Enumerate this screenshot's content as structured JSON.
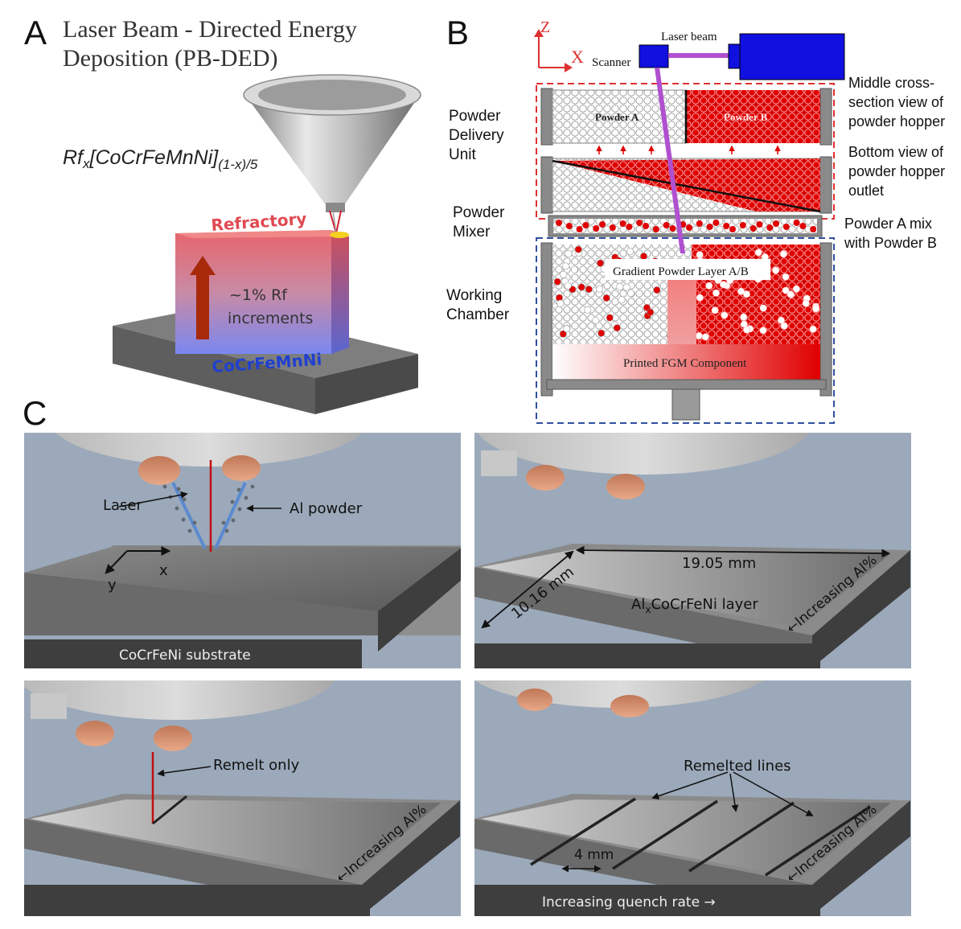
{
  "panel_a": {
    "letter": "A",
    "title_line1": "Laser Beam - Directed Energy",
    "title_line2": "Deposition (PB-DED)",
    "formula_main": "Rf",
    "formula_x": "x",
    "formula_bracket": "[CoCrFeMnNi]",
    "formula_sub": "(1-x)/5",
    "label_top": "Refractory",
    "arrow_line1": "~1% Rf",
    "arrow_line2": "increments",
    "label_bottom": "CoCrFeMnNi",
    "colors": {
      "top": "#e8656b",
      "bottom": "#7a87f0",
      "arrow": "#a82a0a",
      "label_top": "#e04a52",
      "label_bottom": "#2040d0"
    }
  },
  "panel_b": {
    "letter": "B",
    "axis_z": "Z",
    "axis_x": "X",
    "scanner": "Scanner",
    "laser_beam": "Laser beam",
    "powder_a": "Powder A",
    "powder_b": "Powder B",
    "gradient_layer": "Gradient Powder Layer A/B",
    "printed_fgm": "Printed FGM Component",
    "left_labels": {
      "delivery": [
        "Powder",
        "Delivery",
        "Unit"
      ],
      "mixer": [
        "Powder",
        "Mixer"
      ],
      "chamber": [
        "Working",
        "Chamber"
      ]
    },
    "right_labels": {
      "middle": [
        "Middle cross-",
        "section view of",
        "powder hopper"
      ],
      "bottom": [
        "Bottom view of",
        "powder hopper",
        "outlet"
      ],
      "mix": [
        "Powder A mix",
        "with Powder B"
      ]
    },
    "colors": {
      "blue": "#1010e0",
      "red": "#e00000",
      "laser": "#b050d0",
      "red_dash": "#e03030",
      "blue_dash": "#3050a0"
    }
  },
  "panel_c": {
    "letter": "C",
    "p1": {
      "laser": "Laser",
      "al_powder": "Al powder",
      "axis_x": "x",
      "axis_y": "y",
      "substrate": "CoCrFeNi substrate"
    },
    "p2": {
      "length": "19.05 mm",
      "width": "10.16 mm",
      "layer_al": "Al",
      "layer_x": "x",
      "layer_rest": "CoCrFeNi layer",
      "increasing": "Increasing Al%"
    },
    "p3": {
      "remelt": "Remelt only",
      "increasing": "Increasing Al%"
    },
    "p4": {
      "remelted": "Remelted lines",
      "spacing": "4 mm",
      "quench": "Increasing quench rate →",
      "increasing": "Increasing Al%"
    },
    "colors": {
      "background": "#9ba9ba",
      "nozzle": "#d89878",
      "laser": "#c01010",
      "powder_stream": "#5a8ad0"
    }
  }
}
